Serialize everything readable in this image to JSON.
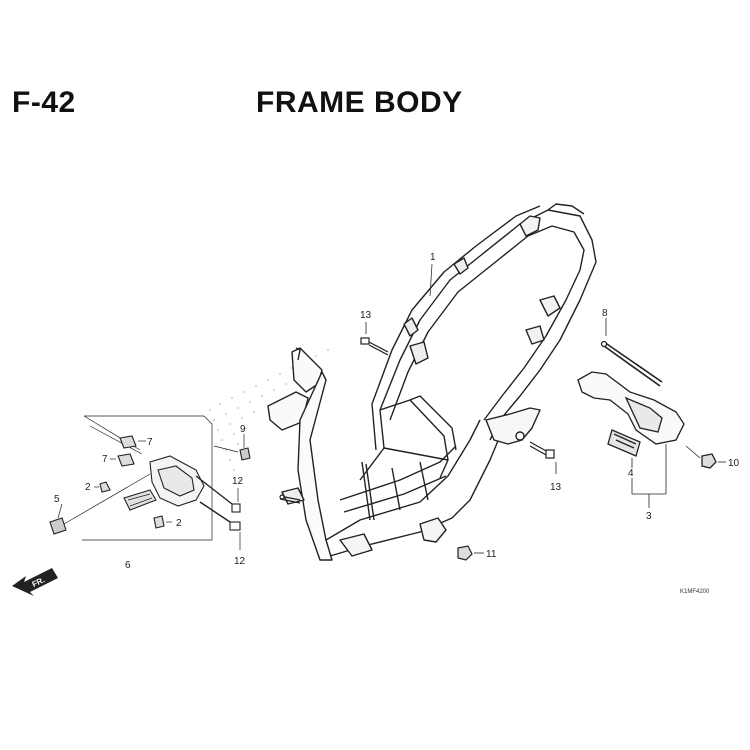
{
  "header": {
    "code": "F-42",
    "title": "FRAME BODY"
  },
  "callouts": {
    "c1": "1",
    "c2a": "2",
    "c2b": "2",
    "c3": "3",
    "c4": "4",
    "c5": "5",
    "c6": "6",
    "c7a": "7",
    "c7b": "7",
    "c8": "8",
    "c9": "9",
    "c10": "10",
    "c11": "11",
    "c12a": "12",
    "c12b": "12",
    "c13a": "13",
    "c13b": "13"
  },
  "direction_label": "FR.",
  "reference_code": "K1MF4200"
}
